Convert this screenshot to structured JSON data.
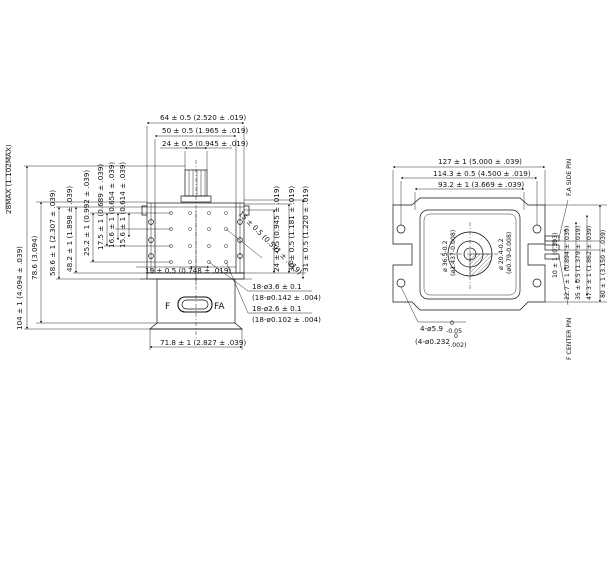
{
  "left_view": {
    "top_dims": [
      "64 ± 0.5  (2.520 ± .019)",
      "50 ± 0.5  (1.965 ± .019)",
      "24 ± 0.5  (0.945 ± .019)"
    ],
    "left_vertical_dims": [
      "104 ± 1  (4.094 ± .039)",
      "78.6  (3.094)",
      "58.6 ± 1  (2.307 ± .039)",
      "48.2 ± 1  (1.898 ± .039)",
      "25.2 ± 1  (0.992 ± .039)",
      "17.5 ± 1  (0.689 ± .039)",
      "16.6 ± 1  (0.654 ± .039)",
      "15.6 ± 1  (0.614 ± .039)"
    ],
    "max_height": "28MAX  (1.102MAX)",
    "right_vertical_dims": [
      "24 ± 0.5  (0.945 ± .019)",
      "30 ± 0.5  (1.181 ± .019)",
      "31 ± 0.5  (1.220 ± .019)"
    ],
    "diag_dim": "15 ± 0.5  (0.591 ± .019)",
    "bottom_inner_dim": "19 ± 0.5  (0.748 ± .019)",
    "hole_dims": [
      "18-ø3.6 ± 0.1",
      "(18-ø0.142 ± .004)",
      "18-ø2.6 ± 0.1",
      "(18-ø0.102 ± .004)"
    ],
    "bottom_dim": "71.8 ± 1  (2.827 ± .039)",
    "terminal_labels": [
      "F",
      "FA"
    ]
  },
  "right_view": {
    "top_dims": [
      "127 ± 1  (5.000 ± .039)",
      "114.3 ± 0.5  (4.500 ± .019)",
      "93.2 ± 1  (3.669 ± .039)"
    ],
    "pin_top": "F.A SIDE PIN",
    "pin_bottom": "F CENTER PIN",
    "inner_vertical_dims": [
      "ø 36.5-0.2",
      "(ø1.437-0.008)",
      "ø 20.4-0.2",
      "(ø0.79-0.008)"
    ],
    "right_vertical_dims": [
      "10 ± 1  (0.393)",
      "22.7 ± 1  (0.894 ± .039)",
      "35 ± 0.5  (1.379 ± .019)",
      "47.3 ± 1  (1.862 ± .039)",
      "80 ± 1  (3.150 ± .039)"
    ],
    "mount_hole": "4-ø5.9",
    "mount_hole_tol": [
      "0",
      "-0.05"
    ],
    "mount_hole_inch": "(4-ø0.232",
    "mount_hole_inch_tol": [
      "0",
      "-.002)"
    ]
  }
}
